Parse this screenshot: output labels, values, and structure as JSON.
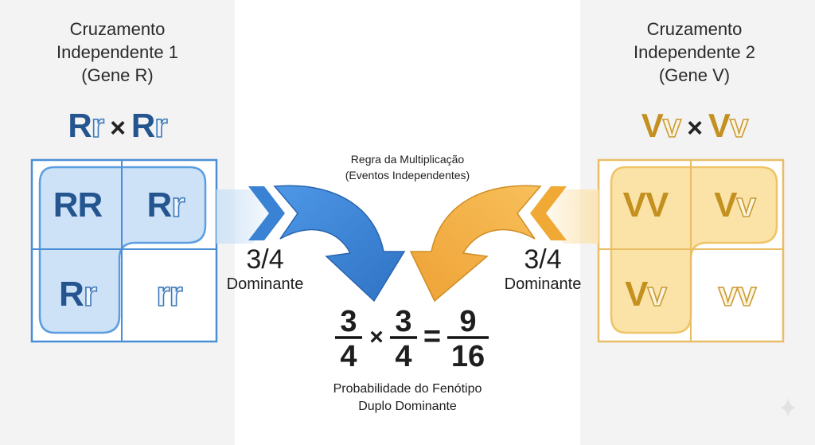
{
  "left": {
    "title": "Cruzamento\nIndependente 1\n(Gene R)",
    "cross": {
      "a_cap": "R",
      "a_low": "r",
      "op": "×",
      "b_cap": "R",
      "b_low": "r"
    },
    "grid": [
      {
        "cap": "RR",
        "low": ""
      },
      {
        "cap": "R",
        "low": "r"
      },
      {
        "cap": "R",
        "low": "r"
      },
      {
        "cap": "",
        "low": "rr"
      }
    ],
    "fraction": "3/4",
    "fraction_label": "Dominante"
  },
  "right": {
    "title": "Cruzamento\nIndependente 2\n(Gene V)",
    "cross": {
      "a_cap": "V",
      "a_low": "v",
      "op": "×",
      "b_cap": "V",
      "b_low": "v"
    },
    "grid": [
      {
        "cap": "VV",
        "low": ""
      },
      {
        "cap": "V",
        "low": "v"
      },
      {
        "cap": "V",
        "low": "v"
      },
      {
        "cap": "",
        "low": "vv"
      }
    ],
    "fraction": "3/4",
    "fraction_label": "Dominante"
  },
  "rule": "Regra da Multiplicação\n(Eventos Independentes)",
  "equation": {
    "f1_num": "3",
    "f1_den": "4",
    "times": "×",
    "f2_num": "3",
    "f2_den": "4",
    "equals": "=",
    "r_num": "9",
    "r_den": "16"
  },
  "result_label": "Probabilidade do Fenótipo\nDuplo Dominante",
  "colors": {
    "blue_dark": "#24558f",
    "blue_mid": "#3f86d6",
    "blue_light": "#d6e7f9",
    "gold_dark": "#c4901f",
    "gold_mid": "#f3ad3c",
    "gold_light": "#fbe7b9",
    "panel_bg": "#f3f3f4"
  },
  "icons": {
    "corner": "sparkle-icon"
  }
}
